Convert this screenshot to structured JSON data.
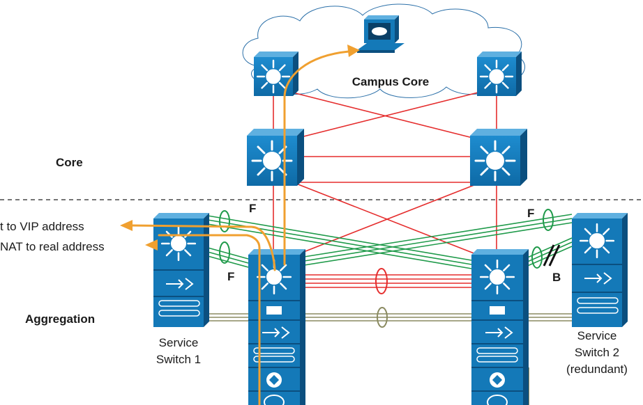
{
  "labels": {
    "cloud": "Campus Core",
    "core_layer": "Core",
    "aggregation_layer": "Aggregation",
    "service_switch_1_line1": "Service",
    "service_switch_1_line2": "Switch 1",
    "service_switch_2_line1": "Service",
    "service_switch_2_line2": "Switch 2",
    "service_switch_2_line3": "(redundant)",
    "flow_vip": "t to VIP address",
    "flow_nat": "NAT to real address",
    "forwarding_1": "F",
    "forwarding_2": "F",
    "forwarding_3": "F",
    "blocking": "B"
  },
  "colors": {
    "switch_blue": "#1479b8",
    "switch_dark": "#0b4f7f",
    "switch_light": "#5fb0e0",
    "core_link": "#e52d2d",
    "service_link": "#1f9a4a",
    "trunk_link": "#8a8a60",
    "flow_path": "#f0a030",
    "cloud_stroke": "#2a6fa8"
  },
  "icons": {
    "workstation": "monitor-cloud-icon",
    "layer3_switch": "multilayer-switch-icon",
    "service_module": "service-module-icon"
  }
}
